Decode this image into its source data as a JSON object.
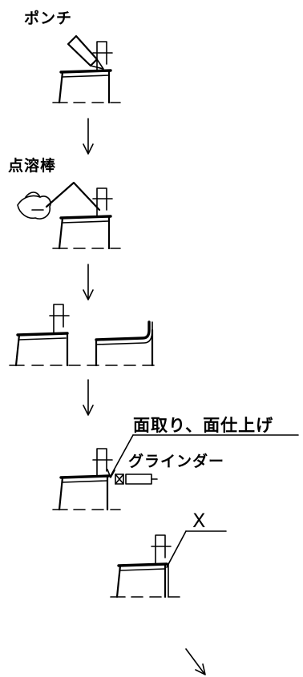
{
  "labels": {
    "step1_tool": "ポンチ",
    "step2_tool": "点溶棒",
    "step4_note": "面取り、面仕上げ",
    "step4_tool": "グラインダー",
    "step5_mark": "X"
  }
}
